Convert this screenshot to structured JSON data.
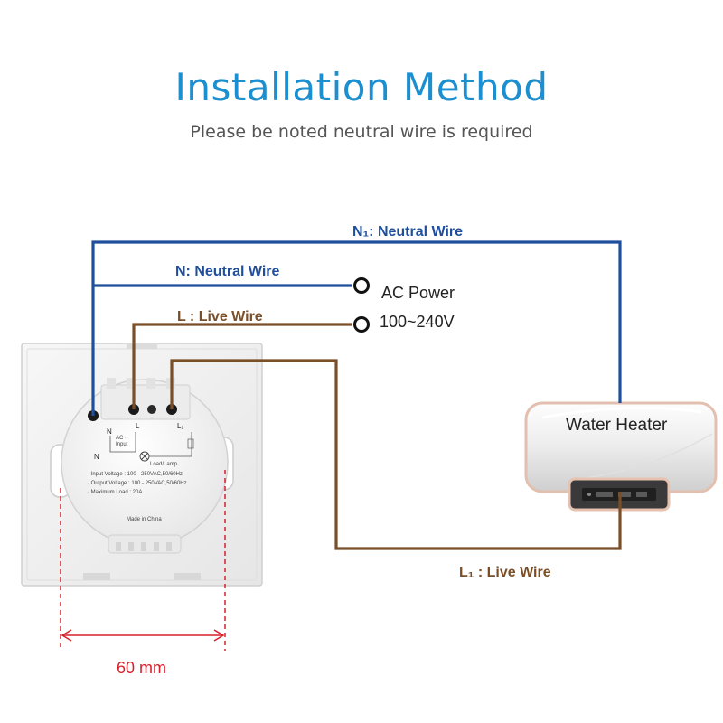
{
  "header": {
    "title": "Installation Method",
    "subtitle": "Please be noted neutral wire is required"
  },
  "wires": {
    "n1_label": "N₁: Neutral Wire",
    "n_label": "N: Neutral Wire",
    "l_label": "L : Live Wire",
    "l1_label": "L₁ : Live Wire"
  },
  "power": {
    "line1": "AC Power",
    "line2": "100~240V"
  },
  "heater": {
    "label": "Water Heater"
  },
  "switch": {
    "terminal_n": "N",
    "terminal_l": "L",
    "terminal_n_bottom": "N",
    "terminal_l1": "L₁",
    "ac_input": "AC ~",
    "ac_input2": "Input",
    "load_lamp": "Load/Lamp",
    "spec_input": "· Input Voltage : 100 - 250VAC,50/60Hz",
    "spec_output": "· Output Voltage : 100 - 250VAC,50/60Hz",
    "spec_load": "· Maximum Load : 20A",
    "made_in": "Made in China"
  },
  "dimension": {
    "label": "60 mm"
  },
  "colors": {
    "title": "#1b8fd0",
    "neutral": "#1f4f9c",
    "live": "#7a4f28",
    "dimension": "#d8202a"
  }
}
